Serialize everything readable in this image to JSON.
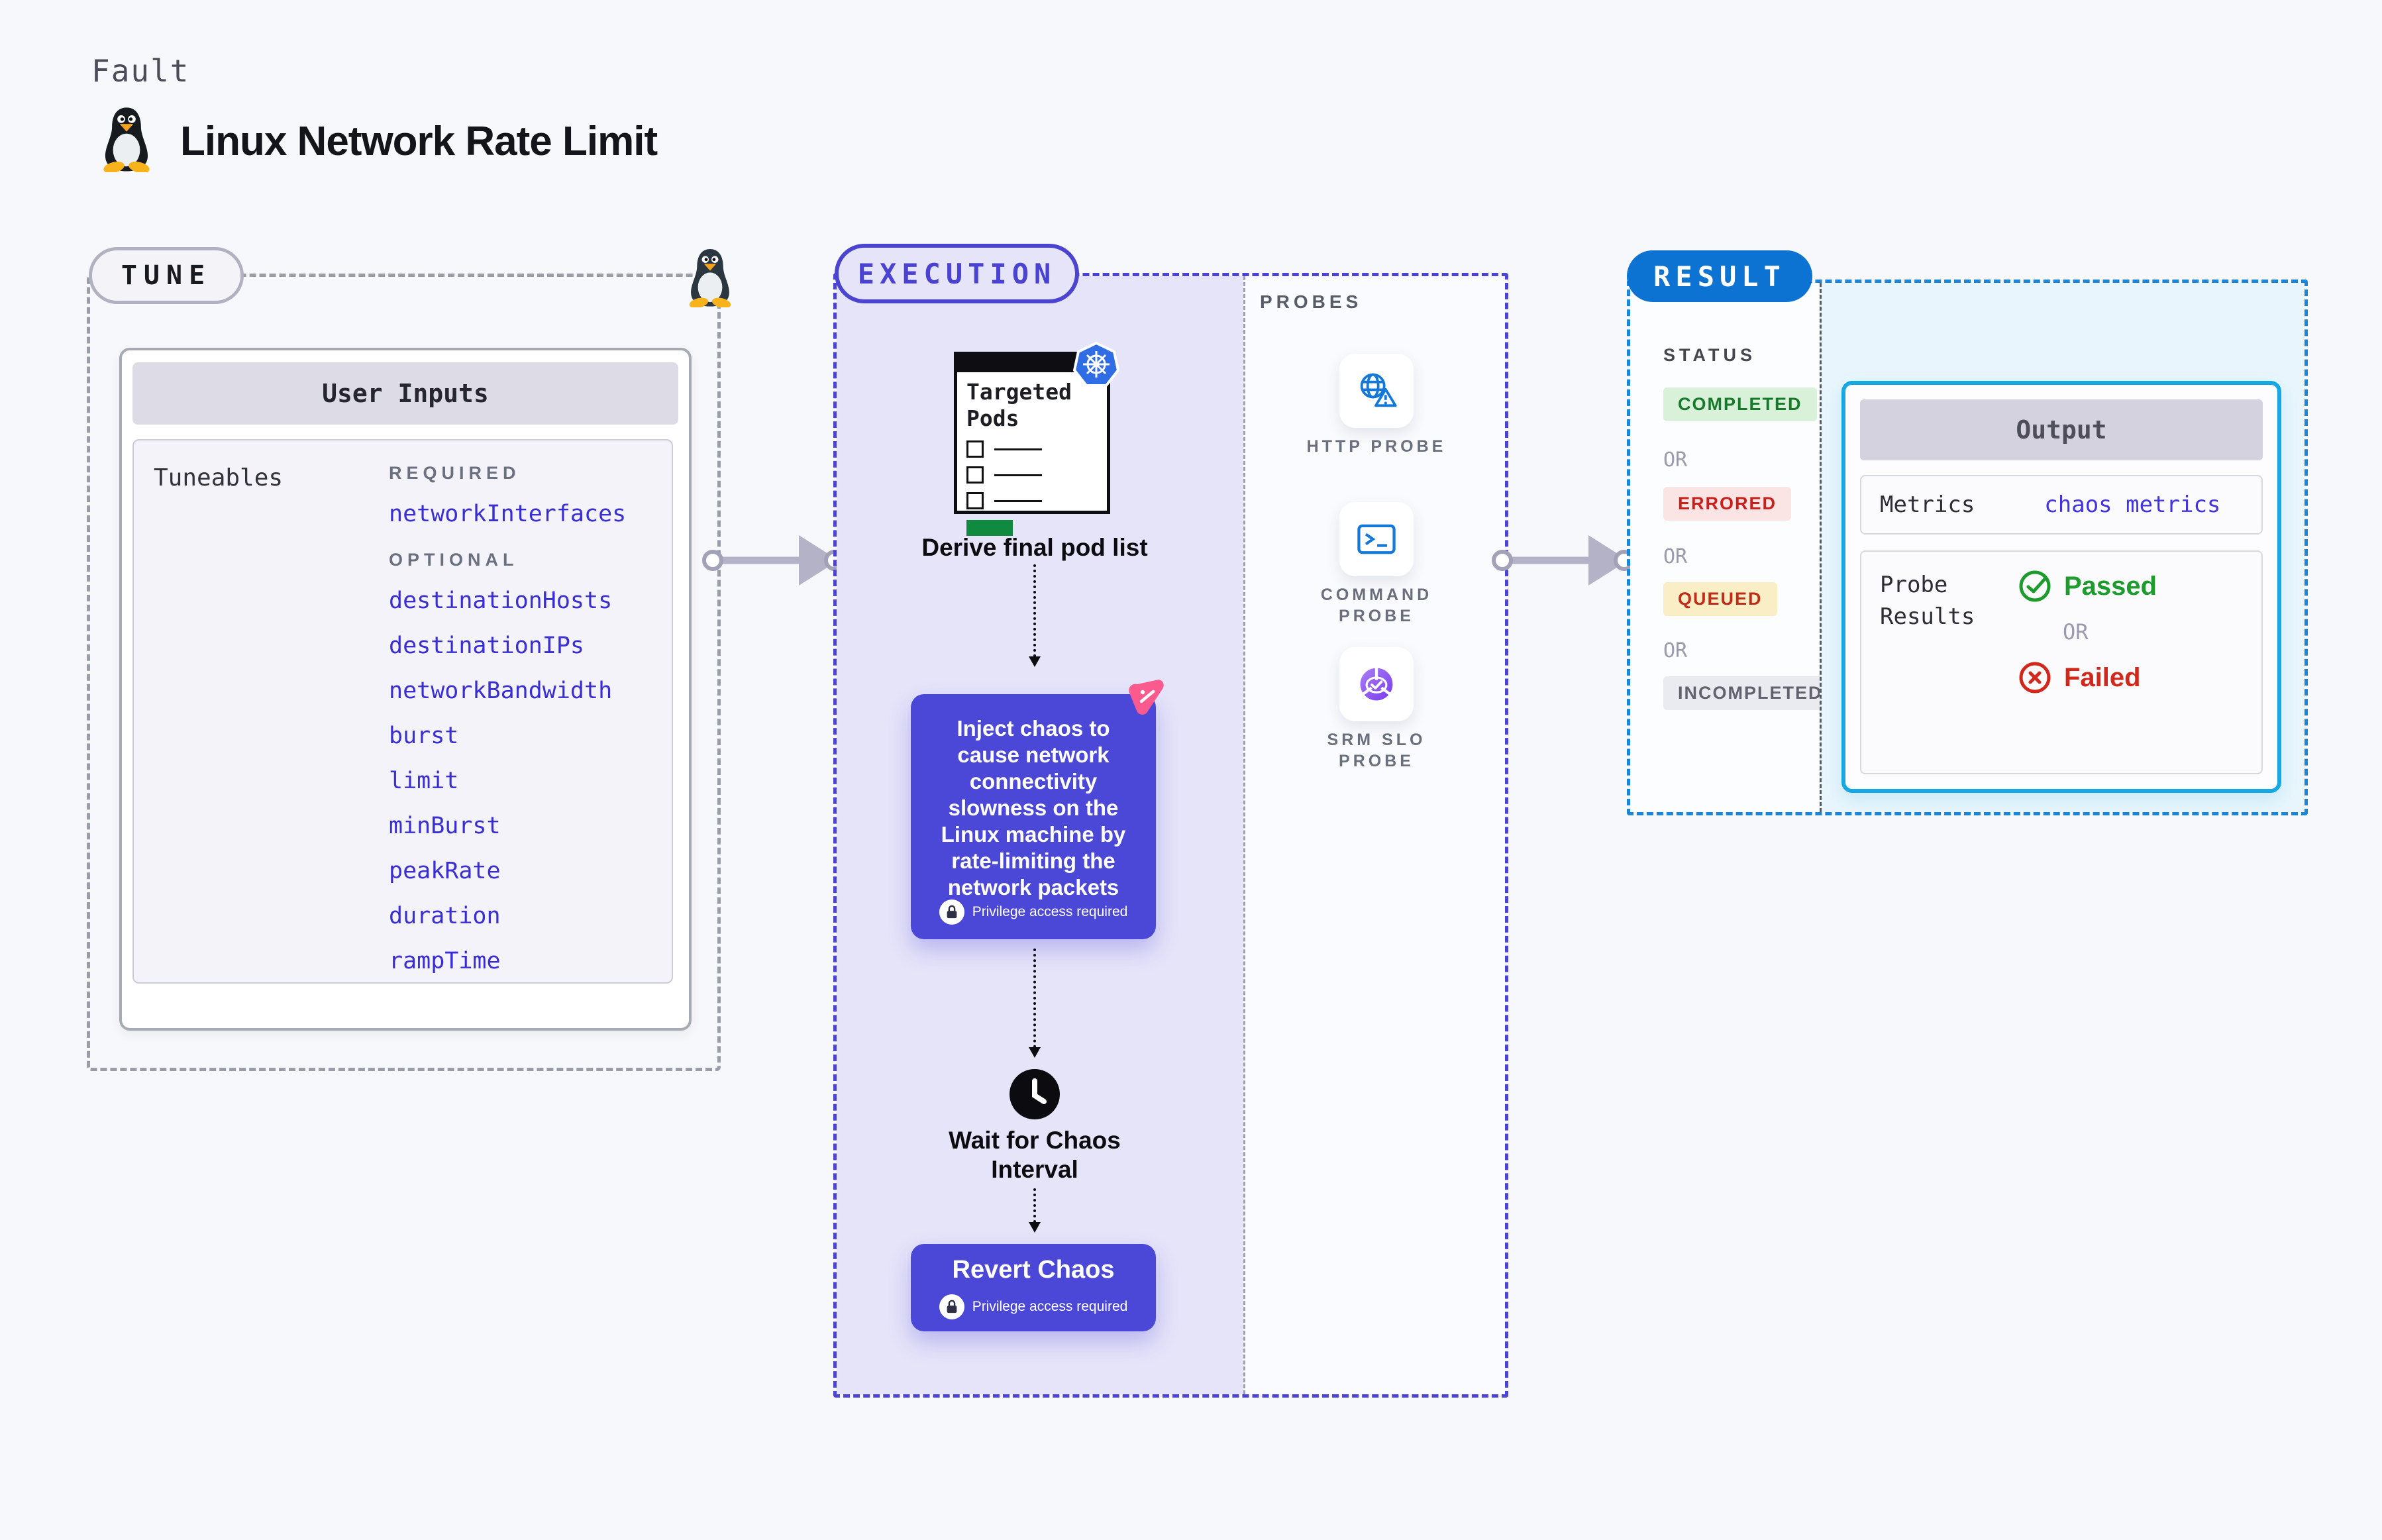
{
  "header": {
    "kind_label": "Fault",
    "title": "Linux Network Rate Limit"
  },
  "tune": {
    "pill_label": "TUNE",
    "panel_title": "User Inputs",
    "tuneables_label": "Tuneables",
    "required_label": "REQUIRED",
    "optional_label": "OPTIONAL",
    "required_items": [
      "networkInterfaces"
    ],
    "optional_items": [
      "destinationHosts",
      "destinationIPs",
      "networkBandwidth",
      "burst",
      "limit",
      "minBurst",
      "peakRate",
      "duration",
      "rampTime"
    ]
  },
  "execution": {
    "pill_label": "EXECUTION",
    "targeted_pods_title": "Targeted Pods",
    "derive_label": "Derive final pod list",
    "inject_text": "Inject chaos to cause network connectivity slowness on the Linux machine by rate-limiting the network packets",
    "privilege_label": "Privilege access required",
    "wait_label": "Wait for Chaos Interval",
    "revert_label": "Revert Chaos"
  },
  "probes": {
    "section_label": "PROBES",
    "items": [
      {
        "label": "HTTP PROBE",
        "icon": "globe-alert-icon"
      },
      {
        "label": "COMMAND PROBE",
        "icon": "terminal-icon"
      },
      {
        "label": "SRM SLO PROBE",
        "icon": "gauge-check-icon"
      }
    ]
  },
  "result": {
    "pill_label": "RESULT",
    "status_label": "STATUS",
    "or_label": "OR",
    "statuses": [
      {
        "label": "COMPLETED",
        "fg": "#177a2a",
        "bg": "#d9f1d9"
      },
      {
        "label": "ERRORED",
        "fg": "#c9201b",
        "bg": "#fbe4e4"
      },
      {
        "label": "QUEUED",
        "fg": "#bf2c18",
        "bg": "#faeec6"
      },
      {
        "label": "INCOMPLETED",
        "fg": "#62626f",
        "bg": "#eaebf1"
      }
    ],
    "output": {
      "title": "Output",
      "metrics_label": "Metrics",
      "metrics_link": "chaos metrics",
      "probe_results_label": "Probe Results",
      "passed_label": "Passed",
      "failed_label": "Failed"
    }
  },
  "colors": {
    "accent_indigo": "#4a44d0",
    "chaos_purple": "#4b48d8",
    "tuneable_link": "#392ed3",
    "result_blue": "#0d73d2",
    "output_border": "#16a8e3",
    "passed_green": "#1d9b2d",
    "failed_red": "#d2281c",
    "kubernetes_blue": "#306ce4",
    "litmus_pink": "#fa5a8d",
    "pods_green_bar": "#0f8a3e"
  }
}
